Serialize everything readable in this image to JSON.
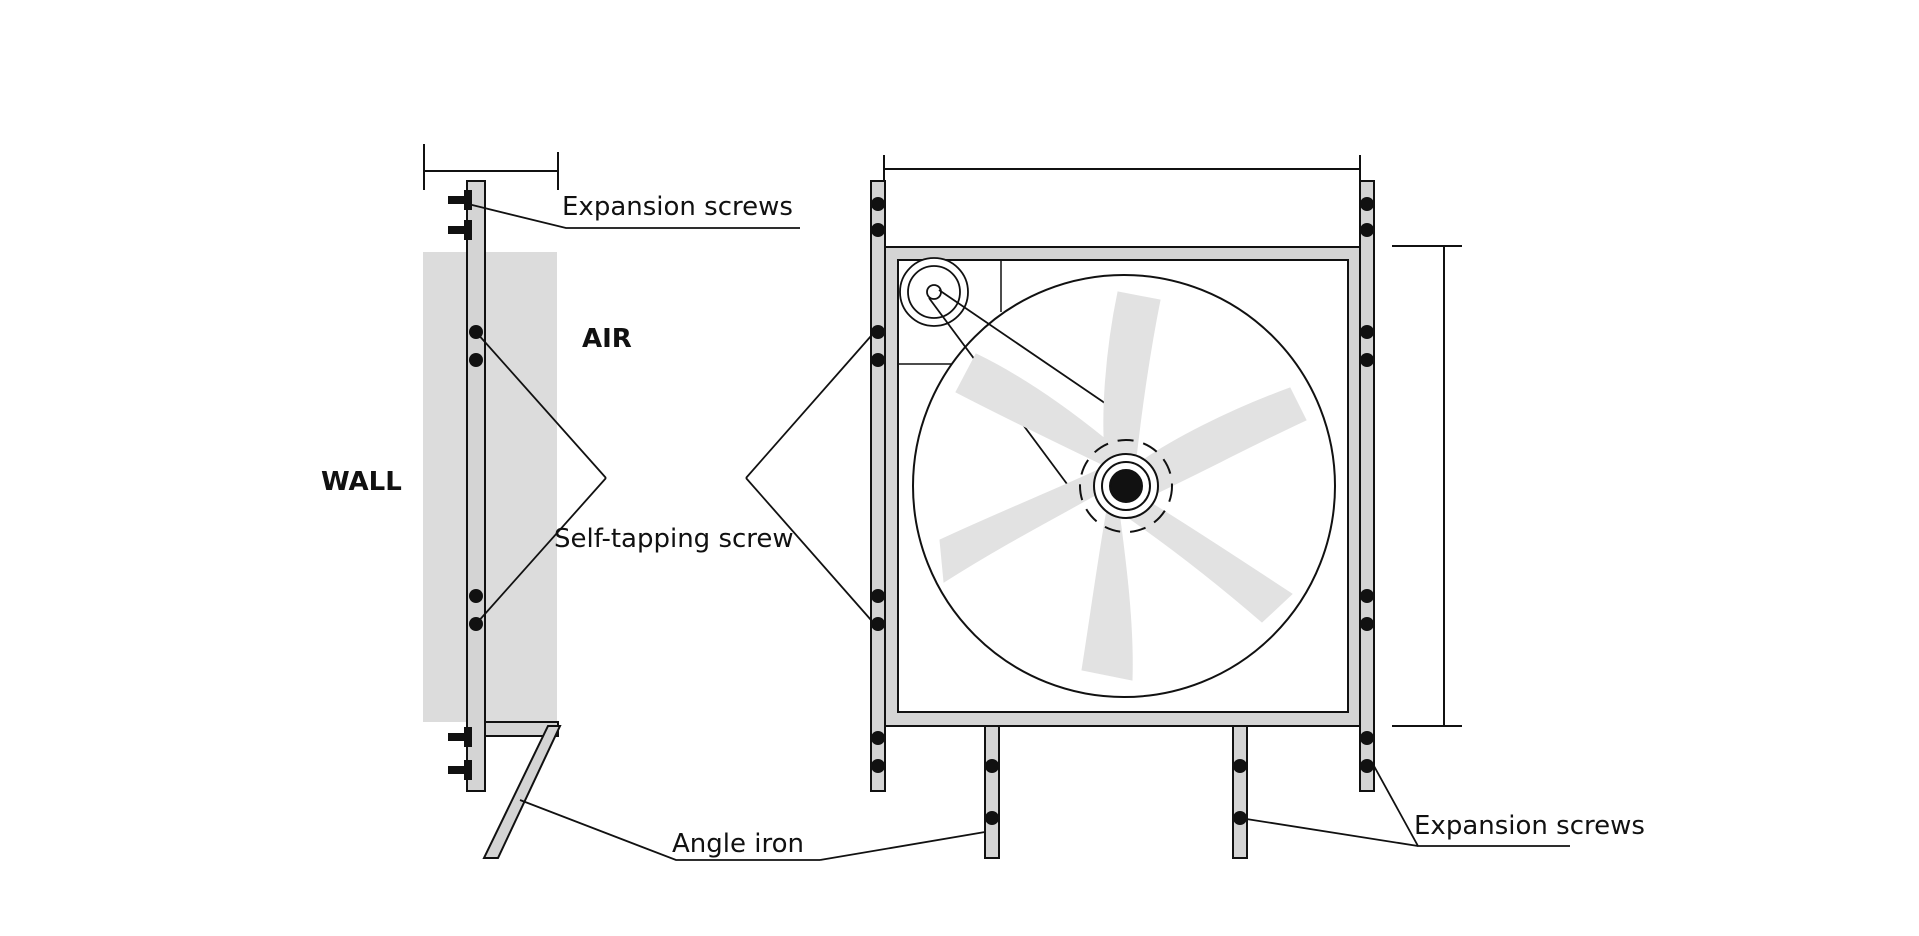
{
  "labels": {
    "expansion_screws_top": "Expansion screws",
    "air": "AIR",
    "wall": "WALL",
    "self_tapping_screw": "Self-tapping screw",
    "angle_iron": "Angle iron",
    "expansion_screws_bottom": "Expansion screws"
  },
  "colors": {
    "wall_fill": "#dcdcdc",
    "frame_fill": "#d4d4d4",
    "blade_fill": "#e2e2e2",
    "line": "#111111"
  }
}
